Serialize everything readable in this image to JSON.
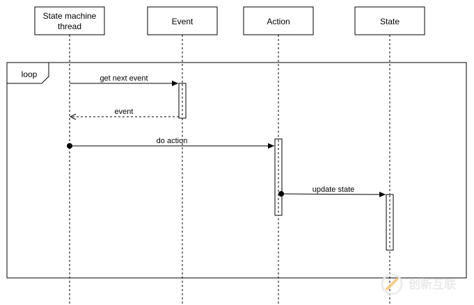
{
  "diagram": {
    "participants": [
      {
        "line1": "State machine",
        "line2": "thread"
      },
      {
        "line1": "Event",
        "line2": ""
      },
      {
        "line1": "Action",
        "line2": ""
      },
      {
        "line1": "State",
        "line2": ""
      }
    ],
    "frame": {
      "label": "loop"
    },
    "messages": [
      {
        "label": "get next event",
        "from": 0,
        "to": 1,
        "style": "solid"
      },
      {
        "label": "event",
        "from": 1,
        "to": 0,
        "style": "dashed-return"
      },
      {
        "label": "do action",
        "from": 0,
        "to": 2,
        "style": "found"
      },
      {
        "label": "update state",
        "from": 2,
        "to": 3,
        "style": "found"
      }
    ],
    "watermark": {
      "text": "创新互联"
    }
  }
}
